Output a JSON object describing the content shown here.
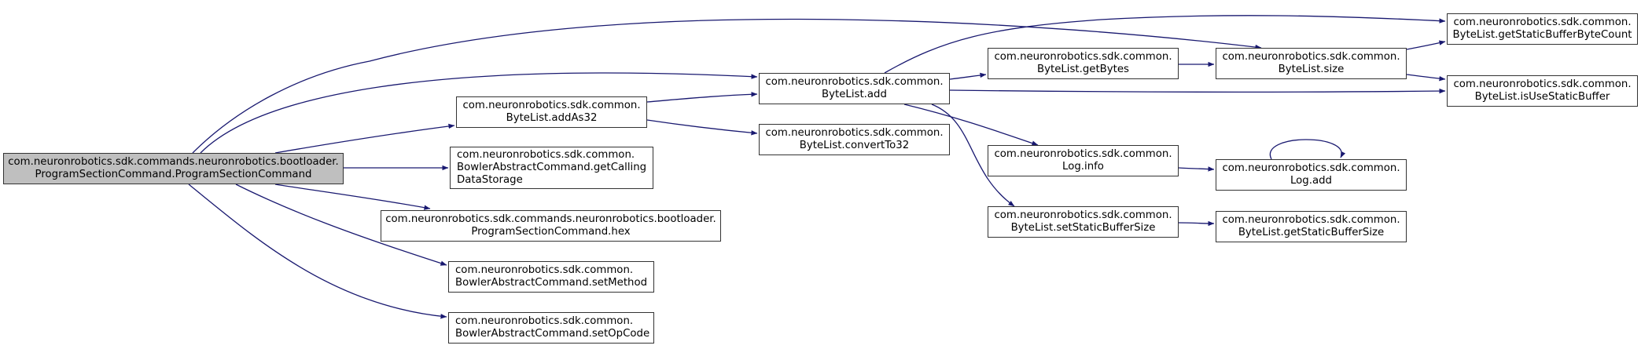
{
  "diagram": {
    "type": "call-graph",
    "edge_color": "#191970",
    "root_fill": "#bfbfbf",
    "node_fill": "#ffffff",
    "node_border": "#333333",
    "nodes": [
      {
        "id": "root",
        "lines": [
          "com.neuronrobotics.sdk.commands.neuronrobotics.bootloader.",
          "ProgramSectionCommand.ProgramSectionCommand"
        ],
        "root": true
      },
      {
        "id": "addAs32",
        "lines": [
          "com.neuronrobotics.sdk.common.",
          "ByteList.addAs32"
        ]
      },
      {
        "id": "getCallingDataStorage",
        "lines": [
          "com.neuronrobotics.sdk.common.",
          "BowlerAbstractCommand.getCalling",
          "DataStorage"
        ]
      },
      {
        "id": "hex",
        "lines": [
          "com.neuronrobotics.sdk.commands.neuronrobotics.bootloader.",
          "ProgramSectionCommand.hex"
        ]
      },
      {
        "id": "setMethod",
        "lines": [
          "com.neuronrobotics.sdk.common.",
          "BowlerAbstractCommand.setMethod"
        ]
      },
      {
        "id": "setOpCode",
        "lines": [
          "com.neuronrobotics.sdk.common.",
          "BowlerAbstractCommand.setOpCode"
        ]
      },
      {
        "id": "add",
        "lines": [
          "com.neuronrobotics.sdk.common.",
          "ByteList.add"
        ]
      },
      {
        "id": "convertTo32",
        "lines": [
          "com.neuronrobotics.sdk.common.",
          "ByteList.convertTo32"
        ]
      },
      {
        "id": "getBytes",
        "lines": [
          "com.neuronrobotics.sdk.common.",
          "ByteList.getBytes"
        ]
      },
      {
        "id": "logInfo",
        "lines": [
          "com.neuronrobotics.sdk.common.",
          "Log.info"
        ]
      },
      {
        "id": "setStaticBufferSize",
        "lines": [
          "com.neuronrobotics.sdk.common.",
          "ByteList.setStaticBufferSize"
        ]
      },
      {
        "id": "size",
        "lines": [
          "com.neuronrobotics.sdk.common.",
          "ByteList.size"
        ]
      },
      {
        "id": "logAdd",
        "lines": [
          "com.neuronrobotics.sdk.common.",
          "Log.add"
        ]
      },
      {
        "id": "getStaticBufferSize",
        "lines": [
          "com.neuronrobotics.sdk.common.",
          "ByteList.getStaticBufferSize"
        ]
      },
      {
        "id": "getStaticBufferByteCount",
        "lines": [
          "com.neuronrobotics.sdk.common.",
          "ByteList.getStaticBufferByteCount"
        ]
      },
      {
        "id": "isUseStaticBuffer",
        "lines": [
          "com.neuronrobotics.sdk.common.",
          "ByteList.isUseStaticBuffer"
        ]
      }
    ],
    "edges": [
      {
        "from": "root",
        "to": "addAs32"
      },
      {
        "from": "root",
        "to": "getCallingDataStorage"
      },
      {
        "from": "root",
        "to": "hex"
      },
      {
        "from": "root",
        "to": "setMethod"
      },
      {
        "from": "root",
        "to": "setOpCode"
      },
      {
        "from": "root",
        "to": "add"
      },
      {
        "from": "root",
        "to": "size"
      },
      {
        "from": "addAs32",
        "to": "add"
      },
      {
        "from": "addAs32",
        "to": "convertTo32"
      },
      {
        "from": "add",
        "to": "getBytes"
      },
      {
        "from": "add",
        "to": "getStaticBufferByteCount"
      },
      {
        "from": "add",
        "to": "isUseStaticBuffer"
      },
      {
        "from": "add",
        "to": "logInfo"
      },
      {
        "from": "add",
        "to": "setStaticBufferSize"
      },
      {
        "from": "getBytes",
        "to": "size"
      },
      {
        "from": "size",
        "to": "getStaticBufferByteCount"
      },
      {
        "from": "size",
        "to": "isUseStaticBuffer"
      },
      {
        "from": "logInfo",
        "to": "logAdd"
      },
      {
        "from": "logAdd",
        "to": "logAdd"
      },
      {
        "from": "setStaticBufferSize",
        "to": "getStaticBufferSize"
      }
    ]
  }
}
